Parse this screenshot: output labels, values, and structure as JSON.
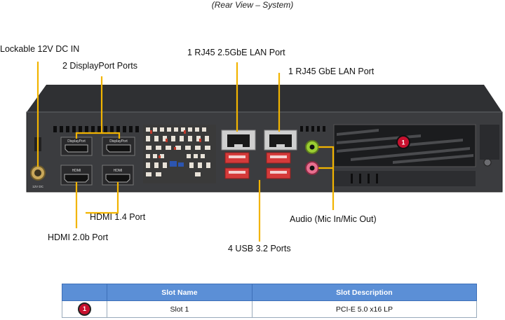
{
  "caption": "(Rear View – System)",
  "callouts": {
    "dc_in": "Lockable 12V DC IN",
    "displayport": "2 DisplayPort Ports",
    "lan_25": "1 RJ45 2.5GbE LAN Port",
    "lan_1": "1 RJ45 GbE LAN Port",
    "hdmi14": "HDMI 1.4 Port",
    "hdmi20": "HDMI 2.0b Port",
    "audio": "Audio (Mic In/Mic Out)",
    "usb": "4 USB 3.2 Ports"
  },
  "panel_labels": {
    "dp_left": "DisplayPort",
    "dp_right": "DisplayPort",
    "hdmi_left": "HDMI",
    "hdmi_right": "HDMI",
    "dc": "12V DC"
  },
  "slot_badge": "1",
  "table": {
    "headers": [
      "",
      "Slot Name",
      "Slot Description"
    ],
    "rows": [
      {
        "badge": "1",
        "name": "Slot 1",
        "description": "PCI-E 5.0 x16 LP"
      }
    ]
  },
  "colors": {
    "leader": "#f2b400",
    "table_header": "#5b8fd6",
    "badge": "#c8102e",
    "chassis": "#3a3a3c"
  }
}
